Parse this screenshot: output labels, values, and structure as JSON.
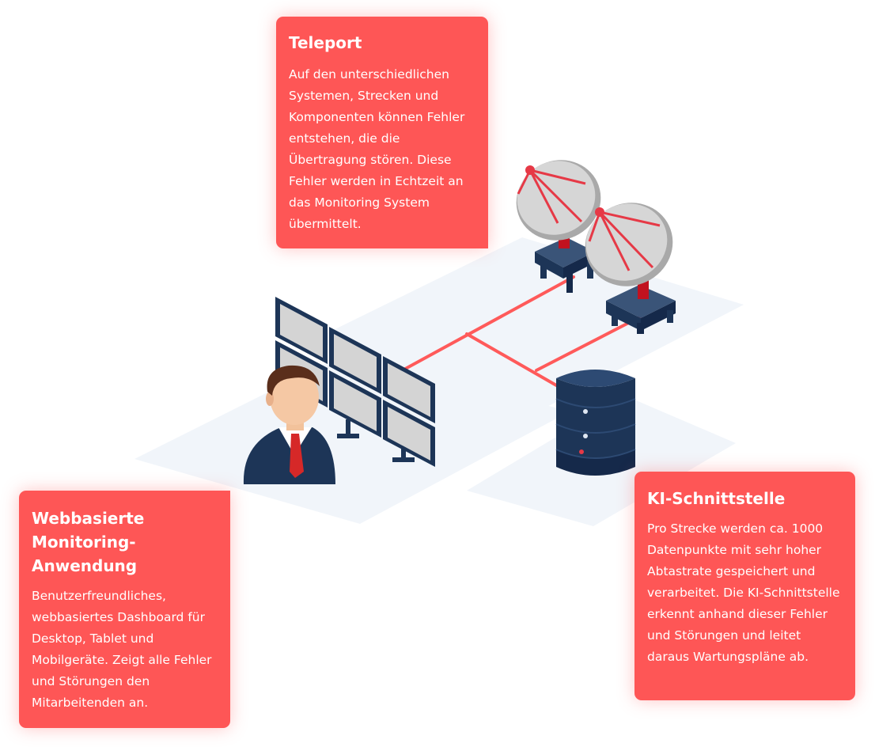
{
  "teleport": {
    "title": "Teleport",
    "text": "Auf den unterschiedlichen Systemen, Strecken und Komponenten können Fehler entstehen, die die Übertragung stören. Diese Fehler werden in Echtzeit an das Monitoring System übermittelt."
  },
  "web": {
    "title": "Webbasierte Monitoring-Anwendung",
    "text": "Benutzerfreundliches, webbasiertes Dashboard für Desktop, Tablet und Mobilgeräte. Zeigt alle Fehler und Störungen den Mitarbeitenden an."
  },
  "ki": {
    "title": "KI-Schnittstelle",
    "text": "Pro Strecke werden ca. 1000 Datenpunkte mit sehr hoher Abtastrate gespeichert und verarbeitet. Die KI-Schnittstelle erkennt anhand dieser Fehler und Störungen und leitet daraus Wartungspläne ab."
  },
  "colors": {
    "card": "#fe5656",
    "navy": "#1d3557",
    "accent_red": "#e63946",
    "floor": "#f1f5fa",
    "dish": "#cfcfcf"
  },
  "icons": [
    "satellite-dish-icon",
    "server-icon",
    "operator-icon",
    "monitor-wall-icon"
  ]
}
